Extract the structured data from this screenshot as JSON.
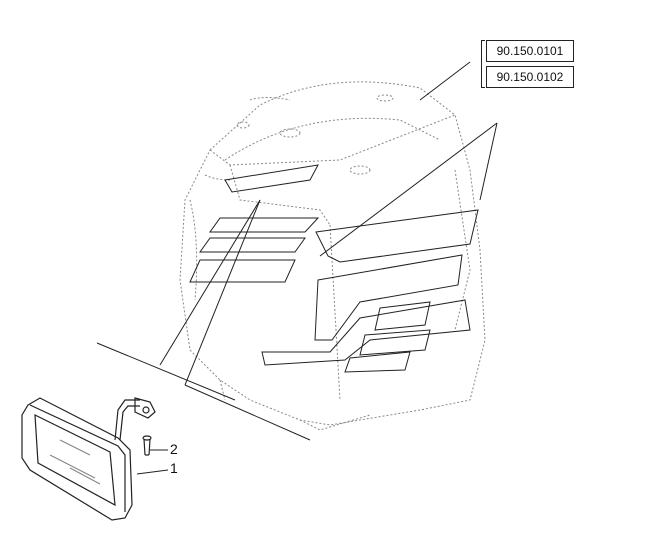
{
  "references": [
    "90.150.0101",
    "90.150.0102"
  ],
  "callouts": {
    "item2": "2",
    "item1": "1"
  },
  "colors": {
    "line": "#222222",
    "dotted": "#888888",
    "background": "#ffffff"
  }
}
